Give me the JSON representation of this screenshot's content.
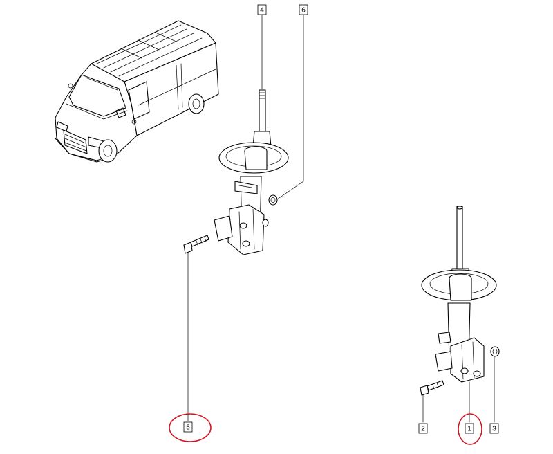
{
  "callouts": {
    "part_1": "1",
    "part_2": "2",
    "part_3": "3",
    "part_4": "4",
    "part_5": "5",
    "part_6": "6"
  },
  "highlight_color": "#d6121f",
  "line_color": "#000000"
}
